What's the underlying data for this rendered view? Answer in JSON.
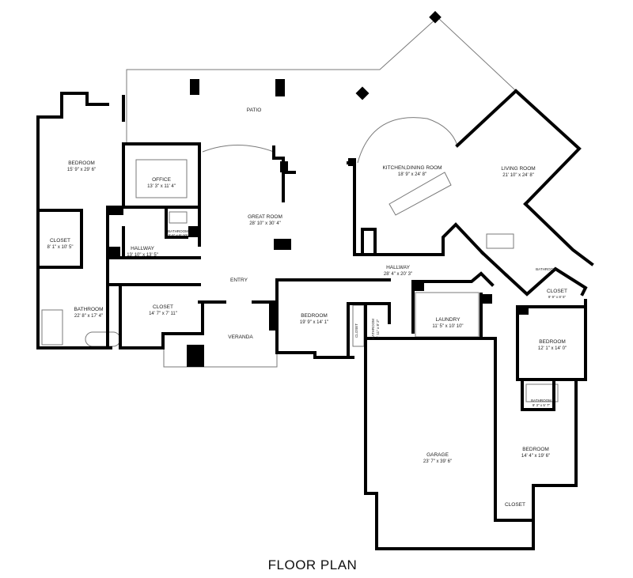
{
  "title": "FLOOR PLAN",
  "colors": {
    "wall": "#000000",
    "outline": "#7a7a7a",
    "background": "#ffffff"
  },
  "rooms": {
    "patio": {
      "name": "PATIO"
    },
    "bedroom_west": {
      "name": "BEDROOM",
      "dim": "15' 9\" x 29' 6\""
    },
    "office": {
      "name": "OFFICE",
      "dim": "13' 3\" x 11' 4\""
    },
    "bathroom_small": {
      "name": "BATHROOM",
      "dim": "5' 6\" x 8' 10\""
    },
    "closet_west": {
      "name": "CLOSET",
      "dim": "8' 1\" x 10' 5\""
    },
    "hallway_west": {
      "name": "HALLWAY",
      "dim": "13' 10\" x 13' 5\""
    },
    "bathroom_main": {
      "name": "BATHROOM",
      "dim": "22' 8\" x 17' 4\""
    },
    "closet_center": {
      "name": "CLOSET",
      "dim": "14' 7\" x 7' 11\""
    },
    "great_room": {
      "name": "GREAT ROOM",
      "dim": "28' 10\" x 30' 4\""
    },
    "entry": {
      "name": "ENTRY"
    },
    "veranda": {
      "name": "VERANDA"
    },
    "kitchen": {
      "name": "KITCHEN,DINING ROOM",
      "dim": "18' 9\" x 24' 8\""
    },
    "living": {
      "name": "LIVING ROOM",
      "dim": "21' 10\" x 24' 8\""
    },
    "hallway_center": {
      "name": "HALLWAY",
      "dim": "28' 4\" x 20' 3\""
    },
    "bedroom_center": {
      "name": "BEDROOM",
      "dim": "19' 9\" x 14' 1\""
    },
    "closet_small": {
      "name": "CLOSET"
    },
    "bathroom_tiny": {
      "name": "BATHROOM",
      "dim": "4' 11\" x 8' 2\""
    },
    "laundry": {
      "name": "LAUNDRY",
      "dim": "11' 5\" x 10' 10\""
    },
    "closet_east": {
      "name": "CLOSET",
      "dim": "9' 9\" x 8' 5\""
    },
    "bathroom_east": {
      "name": "BATHROOM"
    },
    "bedroom_east": {
      "name": "BEDROOM",
      "dim": "12' 1\" x 14' 0\""
    },
    "bathroom_se": {
      "name": "BATHROOM",
      "dim": "9' 3\" x 5' 7\""
    },
    "garage": {
      "name": "GARAGE",
      "dim": "23' 7\" x 39' 6\""
    },
    "bedroom_se": {
      "name": "BEDROOM",
      "dim": "14' 4\" x 19' 6\""
    },
    "closet_se": {
      "name": "CLOSET"
    }
  }
}
